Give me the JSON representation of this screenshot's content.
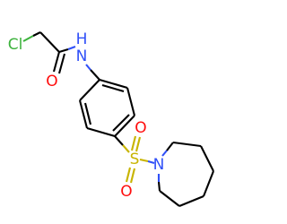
{
  "atoms": {
    "cl": {
      "label": "Cl",
      "color": "#3cb23c"
    },
    "o_amide": {
      "label": "O",
      "color": "#ff0d0d"
    },
    "nh": {
      "label": "N",
      "h_label": "H",
      "color": "#3050f8"
    },
    "s": {
      "label": "S",
      "color": "#c8b400"
    },
    "o_s_top": {
      "label": "O",
      "color": "#ff0d0d"
    },
    "o_s_bottom": {
      "label": "O",
      "color": "#ff0d0d"
    },
    "n_ring": {
      "label": "N",
      "color": "#3050f8"
    }
  },
  "colors": {
    "bond": "#000000",
    "background": "#ffffff"
  }
}
